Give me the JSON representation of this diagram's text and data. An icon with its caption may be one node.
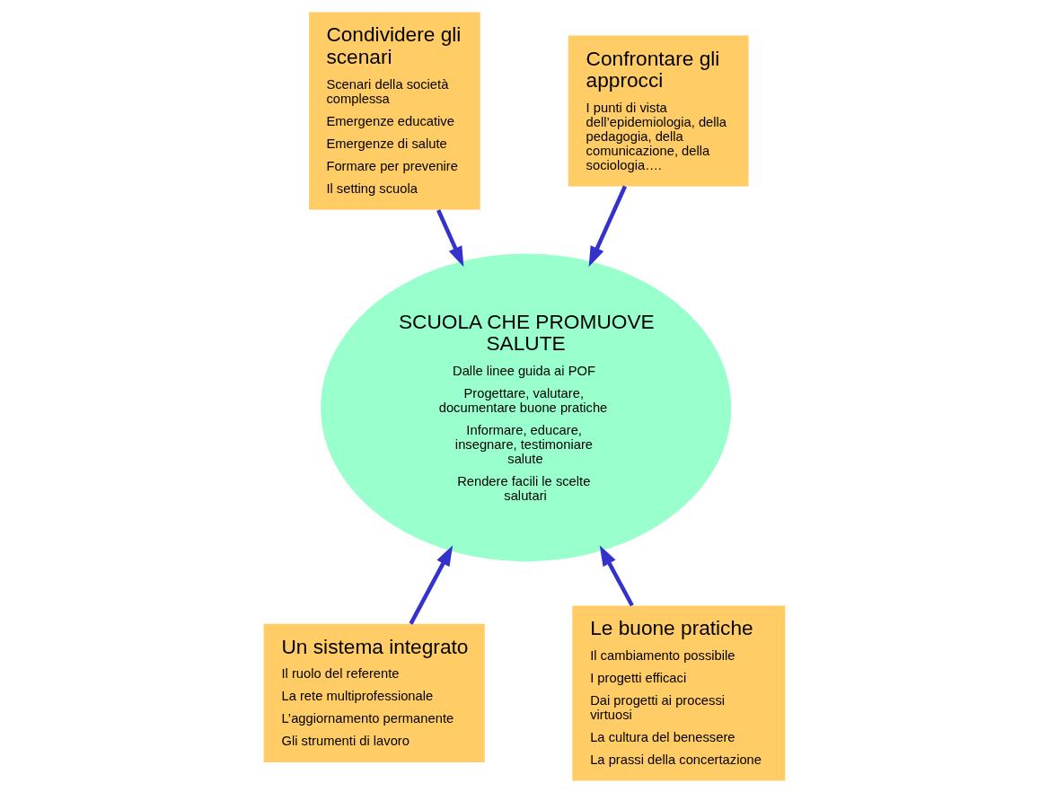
{
  "diagram": {
    "nodes": [
      {
        "text": [
          "Condividere gli scenari",
          "Scenari della società complessa",
          "Emergenze educative",
          "Emergenze di salute",
          "Formare per prevenire",
          "Il setting scuola"
        ]
      },
      {
        "text": [
          "Confrontare gli approcci",
          "I punti di vista dell’epidemiologia, della pedagogia, della comunicazione, della sociologia…."
        ]
      },
      {
        "text": [
          "SCUOLA CHE PROMUOVE SALUTE",
          "Dalle linee guida ai POF",
          "Progettare, valutare, documentare buone pratiche",
          "Informare, educare, insegnare, testimoniare salute",
          "Rendere facili le scelte salutari"
        ]
      },
      {
        "text": [
          "Un sistema integrato",
          "Il ruolo del referente",
          "La rete multiprofessionale",
          "L’aggiornamento permanente",
          "Gli strumenti di lavoro"
        ]
      },
      {
        "text": [
          "Le buone pratiche",
          "Il cambiamento possibile",
          "I progetti efficaci",
          "Dai progetti ai processi virtuosi",
          "La cultura del benessere",
          "La prassi della concertazione"
        ]
      }
    ],
    "edges": [
      {
        "from": 0,
        "to": 2,
        "arrow": "to"
      },
      {
        "from": 1,
        "to": 2,
        "arrow": "to"
      },
      {
        "from": 3,
        "to": 2,
        "arrow": "to"
      },
      {
        "from": 4,
        "to": 2,
        "arrow": "to"
      }
    ]
  }
}
